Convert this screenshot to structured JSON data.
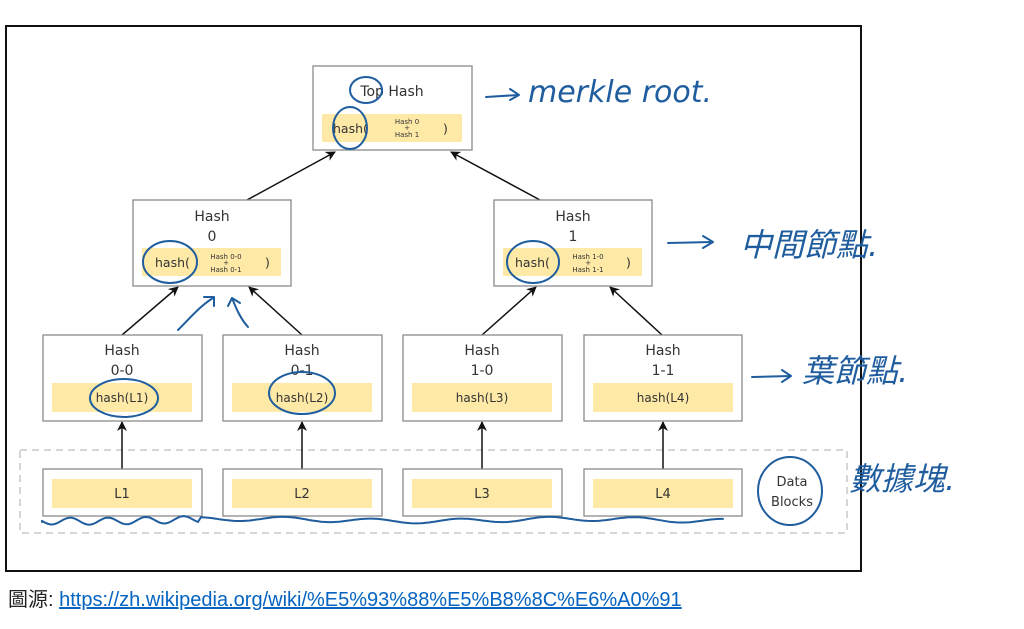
{
  "diagram": {
    "top_hash": {
      "title": "Top Hash",
      "fn_open": "hash(",
      "inputs": [
        "Hash 0",
        "+",
        "Hash 1"
      ],
      "fn_close": ")"
    },
    "intermediate": [
      {
        "title": "Hash",
        "id": "0",
        "fn_open": "hash(",
        "inputs": [
          "Hash 0-0",
          "+",
          "Hash 0-1"
        ],
        "fn_close": ")"
      },
      {
        "title": "Hash",
        "id": "1",
        "fn_open": "hash(",
        "inputs": [
          "Hash 1-0",
          "+",
          "Hash 1-1"
        ],
        "fn_close": ")"
      }
    ],
    "leaves": [
      {
        "title": "Hash",
        "id": "0-0",
        "value": "hash(L1)"
      },
      {
        "title": "Hash",
        "id": "0-1",
        "value": "hash(L2)"
      },
      {
        "title": "Hash",
        "id": "1-0",
        "value": "hash(L3)"
      },
      {
        "title": "Hash",
        "id": "1-1",
        "value": "hash(L4)"
      }
    ],
    "data_blocks": [
      "L1",
      "L2",
      "L3",
      "L4"
    ],
    "data_blocks_label": [
      "Data",
      "Blocks"
    ]
  },
  "annotations": {
    "merkle_root": "merkle root.",
    "intermediate_nodes": "中間節點.",
    "leaf_nodes": "葉節點.",
    "data_blocks": "數據塊."
  },
  "caption": {
    "label": "圖源: ",
    "link_text": "https://zh.wikipedia.org/wiki/%E5%93%88%E5%B8%8C%E6%A0%91"
  },
  "colors": {
    "ink_blue": "#1f5d9e",
    "highlight_yellow": "#fee9a7",
    "box_border": "#8a8a8a",
    "link": "#0563c1"
  }
}
